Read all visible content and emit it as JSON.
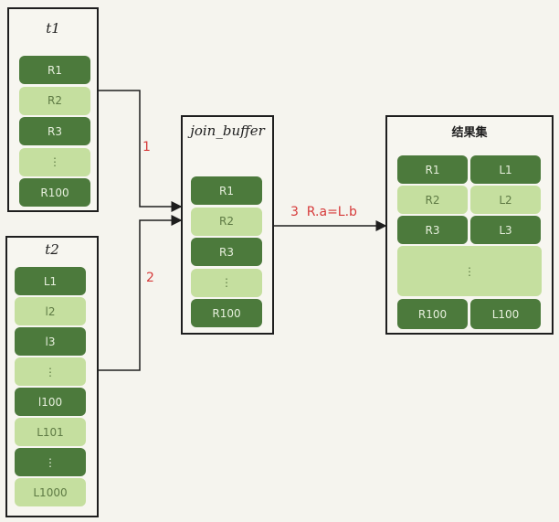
{
  "t1": {
    "title": "t1",
    "rows": [
      {
        "label": "R1",
        "shade": "dark"
      },
      {
        "label": "R2",
        "shade": "light"
      },
      {
        "label": "R3",
        "shade": "dark"
      },
      {
        "label": "⋮",
        "shade": "light"
      },
      {
        "label": "R100",
        "shade": "dark"
      }
    ]
  },
  "t2": {
    "title": "t2",
    "rows": [
      {
        "label": "L1",
        "shade": "dark"
      },
      {
        "label": "l2",
        "shade": "light"
      },
      {
        "label": "l3",
        "shade": "dark"
      },
      {
        "label": "⋮",
        "shade": "light"
      },
      {
        "label": "l100",
        "shade": "dark"
      },
      {
        "label": "L101",
        "shade": "light"
      },
      {
        "label": "⋮",
        "shade": "dark"
      },
      {
        "label": "L1000",
        "shade": "light"
      }
    ]
  },
  "join_buffer": {
    "title": "join_buffer",
    "rows": [
      {
        "label": "R1",
        "shade": "dark"
      },
      {
        "label": "R2",
        "shade": "light"
      },
      {
        "label": "R3",
        "shade": "dark"
      },
      {
        "label": "⋮",
        "shade": "light"
      },
      {
        "label": "R100",
        "shade": "dark"
      }
    ]
  },
  "result": {
    "title": "结果集",
    "rows": [
      {
        "left": "R1",
        "right": "L1",
        "shade": "dark"
      },
      {
        "left": "R2",
        "right": "L2",
        "shade": "light"
      },
      {
        "left": "R3",
        "right": "L3",
        "shade": "dark"
      },
      {
        "left": "⋮",
        "right": "",
        "shade": "light"
      },
      {
        "left": "R100",
        "right": "L100",
        "shade": "dark"
      }
    ]
  },
  "arrows": {
    "step1": "1",
    "step2": "2",
    "step3": "3  R.a=L.b"
  },
  "colors": {
    "dark": "#4c7a3c",
    "light": "#c5df9f",
    "arrow_label": "#d63a3a"
  }
}
